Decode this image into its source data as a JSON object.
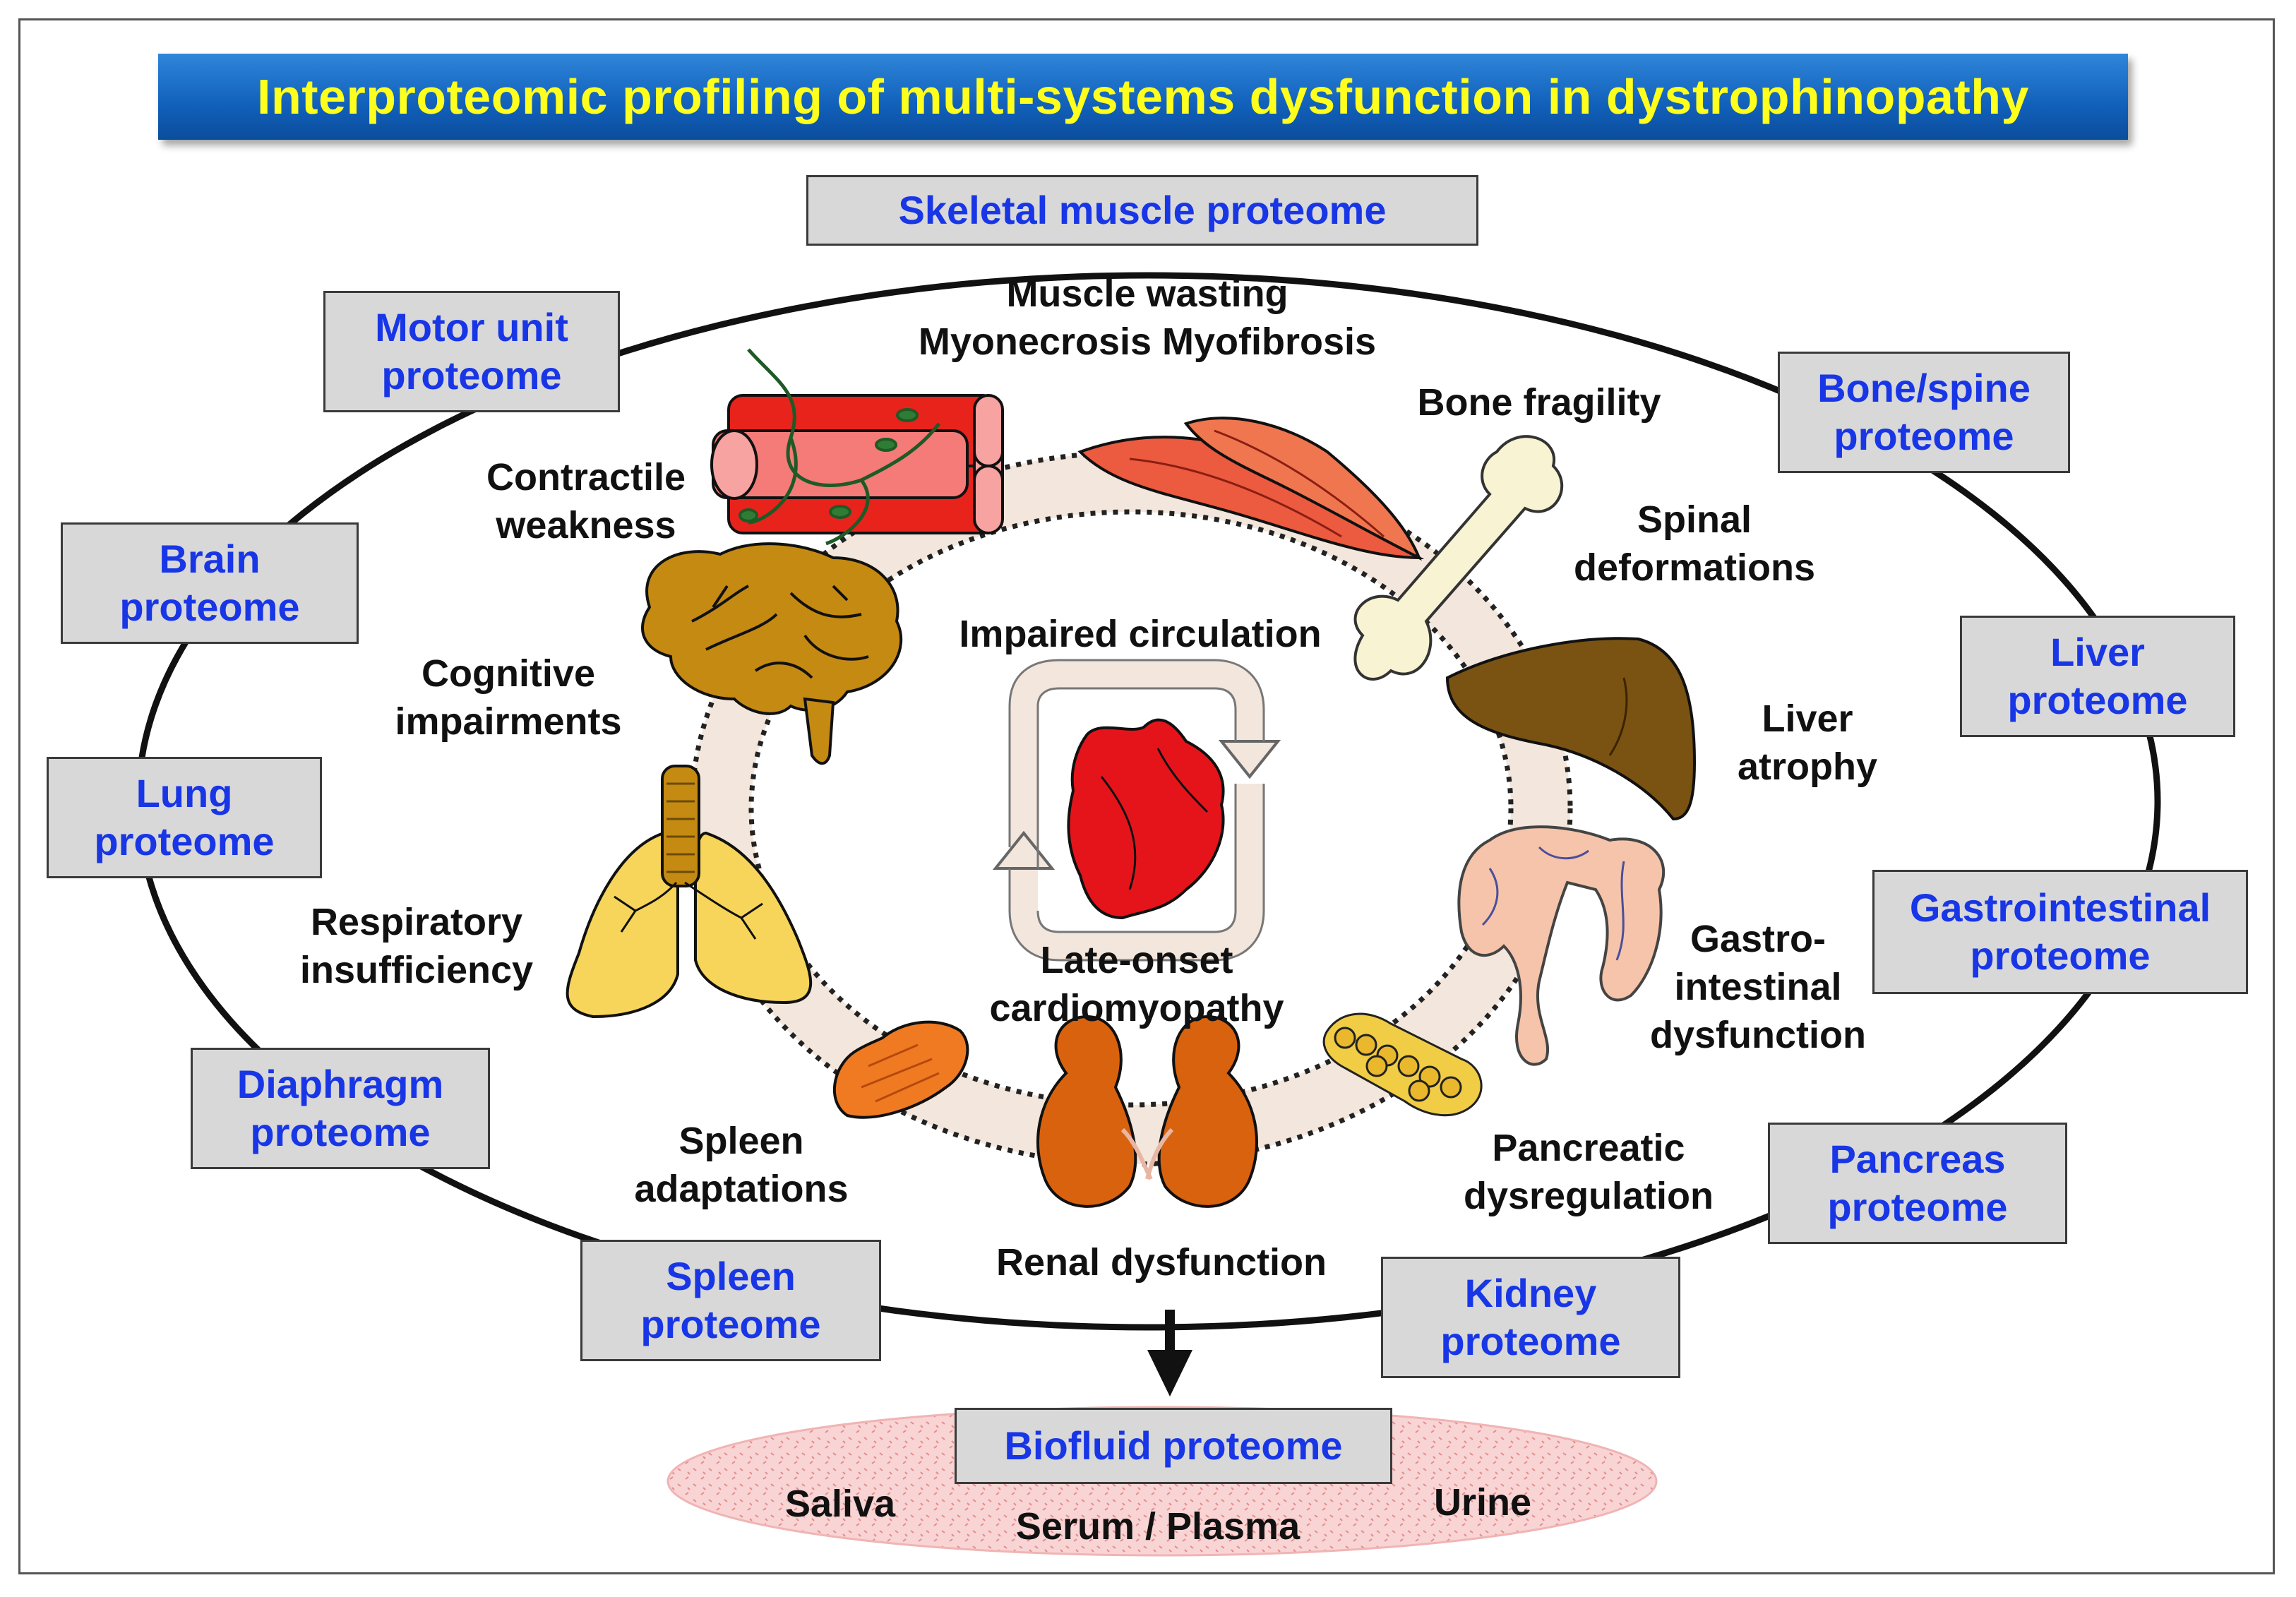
{
  "title": "Interproteomic profiling of multi-systems dysfunction in dystrophinopathy",
  "proteome_boxes": {
    "skeletal": "Skeletal muscle proteome",
    "motor_unit": "Motor unit\nproteome",
    "brain": "Brain\nproteome",
    "lung": "Lung\nproteome",
    "diaphragm": "Diaphragm\nproteome",
    "spleen": "Spleen\nproteome",
    "kidney": "Kidney\nproteome",
    "pancreas": "Pancreas\nproteome",
    "gastrointestinal": "Gastrointestinal\nproteome",
    "liver": "Liver\nproteome",
    "bone_spine": "Bone/spine\nproteome",
    "biofluid": "Biofluid proteome"
  },
  "conditions": {
    "muscle": "Muscle wasting\nMyonecrosis  Myofibrosis",
    "bone_fragility": "Bone fragility",
    "spinal": "Spinal\ndeformations",
    "contractile": "Contractile\nweakness",
    "circulation": "Impaired circulation",
    "cognitive": "Cognitive\nimpairments",
    "liver": "Liver\natrophy",
    "respiratory": "Respiratory\ninsufficiency",
    "cardiomyopathy": "Late-onset\ncardiomyopathy",
    "gastro": "Gastro-\nintestinal\ndysfunction",
    "spleen": "Spleen\nadaptations",
    "pancreatic": "Pancreatic\ndysregulation",
    "renal": "Renal dysfunction"
  },
  "biofluids": {
    "saliva": "Saliva",
    "serum": "Serum / Plasma",
    "urine": "Urine"
  },
  "colors": {
    "title_text": "#ffff1e",
    "banner": "#1160ba",
    "box_text": "#1836e6",
    "box_fill": "#d8d8d8",
    "muscle": "#e8231c",
    "brain": "#c58a12",
    "lung": "#f7d55a",
    "liver": "#7a5212",
    "intestine": "#f6c4aa",
    "kidney": "#d9620e",
    "spleen": "#f07a22",
    "pancreas": "#f1cd45",
    "heart": "#e5141b",
    "bone": "#f8f3d2"
  }
}
